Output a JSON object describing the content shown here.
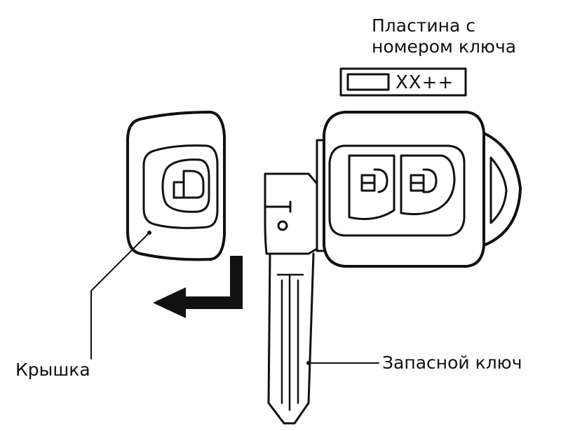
{
  "labels": {
    "plate_line1": "Пластина с",
    "plate_line2": "номером ключа",
    "plate_code": "XX++",
    "cover": "Крышка",
    "spare_key": "Запасной ключ"
  },
  "colors": {
    "line": "#111111",
    "background": "#ffffff"
  }
}
